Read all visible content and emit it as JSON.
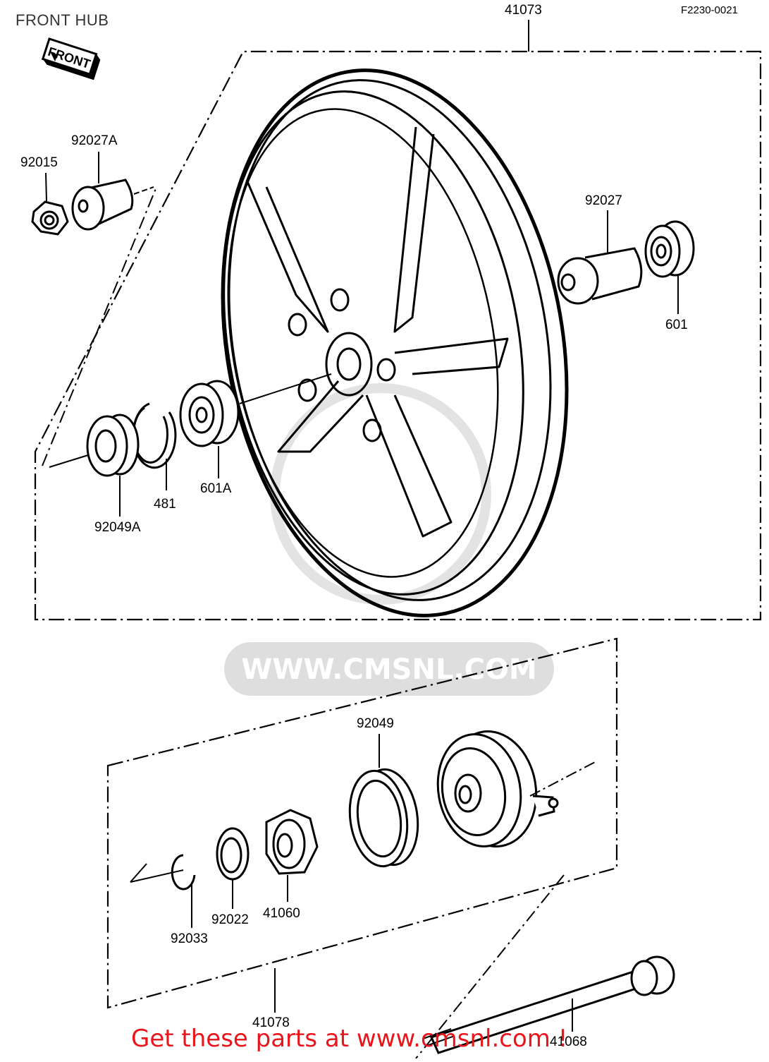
{
  "header": {
    "title": "FRONT HUB",
    "diagram_code": "F2230-0021",
    "front_arrow_label": "FRONT"
  },
  "watermark": {
    "text": "WWW.CMSNL.COM"
  },
  "footer": {
    "banner_text": "Get these parts at www.cmsnl.com !"
  },
  "parts": {
    "p41073": "41073",
    "p92027A": "92027A",
    "p92015": "92015",
    "p92027": "92027",
    "p601": "601",
    "p601A": "601A",
    "p481": "481",
    "p92049A": "92049A",
    "p92049": "92049",
    "p92022": "92022",
    "p41060": "41060",
    "p92033": "92033",
    "p41078": "41078",
    "p41068": "41068"
  },
  "colors": {
    "ink": "#000000",
    "banner": "#e8151b",
    "watermark": "#d9d9d9"
  }
}
